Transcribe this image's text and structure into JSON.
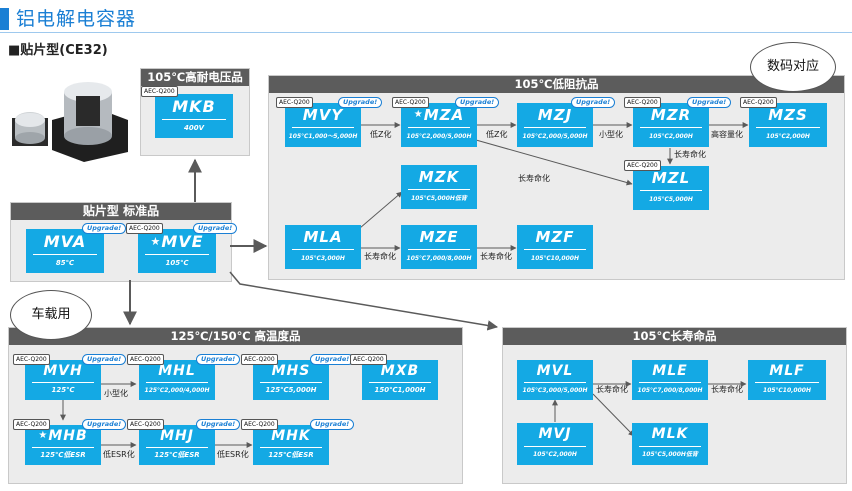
{
  "header": {
    "title": "铝电解电容器",
    "subtitle": "■贴片型(CE32)"
  },
  "bubbles": {
    "support": "数码对应",
    "auto": "车载用"
  },
  "badges": {
    "aec": "AEC-Q200",
    "upgrade": "Upgrade!",
    "star": "★"
  },
  "panels": {
    "mkb_panel": "105℃高耐电压品",
    "standard": "贴片型 标准品",
    "low_imp": "105℃低阻抗品",
    "high_temp": "125℃/150℃ 高温度品",
    "long_life": "105℃长寿命品"
  },
  "products": {
    "MKB": {
      "name": "MKB",
      "spec": "400V"
    },
    "MVA": {
      "name": "MVA",
      "spec": "85℃"
    },
    "MVE": {
      "name": "MVE",
      "spec": "105℃"
    },
    "MVY": {
      "name": "MVY",
      "spec": "105℃1,000～5,000H"
    },
    "MZA": {
      "name": "MZA",
      "spec": "105℃2,000/5,000H"
    },
    "MZJ": {
      "name": "MZJ",
      "spec": "105℃2,000/5,000H"
    },
    "MZR": {
      "name": "MZR",
      "spec": "105℃2,000H"
    },
    "MZS": {
      "name": "MZS",
      "spec": "105℃2,000H"
    },
    "MZK": {
      "name": "MZK",
      "spec": "105℃5,000H低背"
    },
    "MZL": {
      "name": "MZL",
      "spec": "105℃5,000H"
    },
    "MLA": {
      "name": "MLA",
      "spec": "105℃3,000H"
    },
    "MZE": {
      "name": "MZE",
      "spec": "105℃7,000/8,000H"
    },
    "MZF": {
      "name": "MZF",
      "spec": "105℃10,000H"
    },
    "MVH": {
      "name": "MVH",
      "spec": "125℃"
    },
    "MHL": {
      "name": "MHL",
      "spec": "125℃2,000/4,000H"
    },
    "MHS": {
      "name": "MHS",
      "spec": "125℃5,000H"
    },
    "MXB": {
      "name": "MXB",
      "spec": "150℃1,000H"
    },
    "MHB": {
      "name": "MHB",
      "spec": "125℃低ESR"
    },
    "MHJ": {
      "name": "MHJ",
      "spec": "125℃低ESR"
    },
    "MHK": {
      "name": "MHK",
      "spec": "125℃低ESR"
    },
    "MVL": {
      "name": "MVL",
      "spec": "105℃3,000/5,000H"
    },
    "MLE": {
      "name": "MLE",
      "spec": "105℃7,000/8,000H"
    },
    "MLF": {
      "name": "MLF",
      "spec": "105℃10,000H"
    },
    "MVJ": {
      "name": "MVJ",
      "spec": "105℃2,000H"
    },
    "MLK": {
      "name": "MLK",
      "spec": "105℃5,000H低背"
    }
  },
  "arrow_labels": {
    "low_z_1": "低Z化",
    "low_z_2": "低Z化",
    "small_1": "小型化",
    "high_cap": "高容量化",
    "long_life_mzr": "长寿命化",
    "long_life_mza": "长寿命化",
    "long_life_mla": "长寿命化",
    "long_life_mze": "长寿命化",
    "small_mvh": "小型化",
    "low_esr_1": "低ESR化",
    "low_esr_2": "低ESR化",
    "long_life_mvl": "长寿命化",
    "long_life_mle": "长寿命化"
  },
  "colors": {
    "accent": "#1a7fd4",
    "box": "#14a9e4",
    "panel_header": "#5c5c5c",
    "panel": "#ececec",
    "arrow": "#5a5a5a"
  }
}
